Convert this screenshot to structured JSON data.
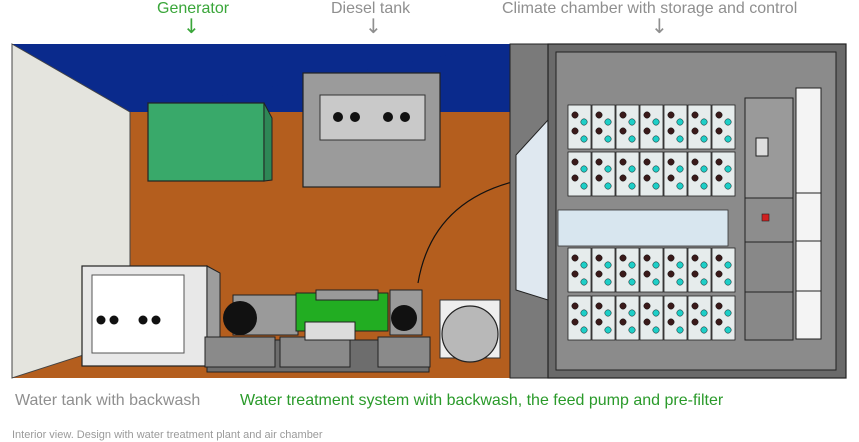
{
  "labels": {
    "generator": "Generator",
    "diesel_tank": "Diesel tank",
    "climate_chamber": "Climate chamber with storage and control",
    "water_tank": "Water tank with backwash",
    "water_treatment": "Water treatment system with backwash, the feed pump and pre-filter"
  },
  "caption": "Interior view. Design with water treatment plant and air chamber",
  "colors": {
    "green_label": "#3aa63a",
    "gray_label": "#8f8f8f",
    "container_blue": "#0a2a8c",
    "floor_orange": "#b45e1e",
    "generator_green": "#3aa86a",
    "pump_green": "#1fa81f",
    "battery_dot": "#1ecfc8"
  }
}
